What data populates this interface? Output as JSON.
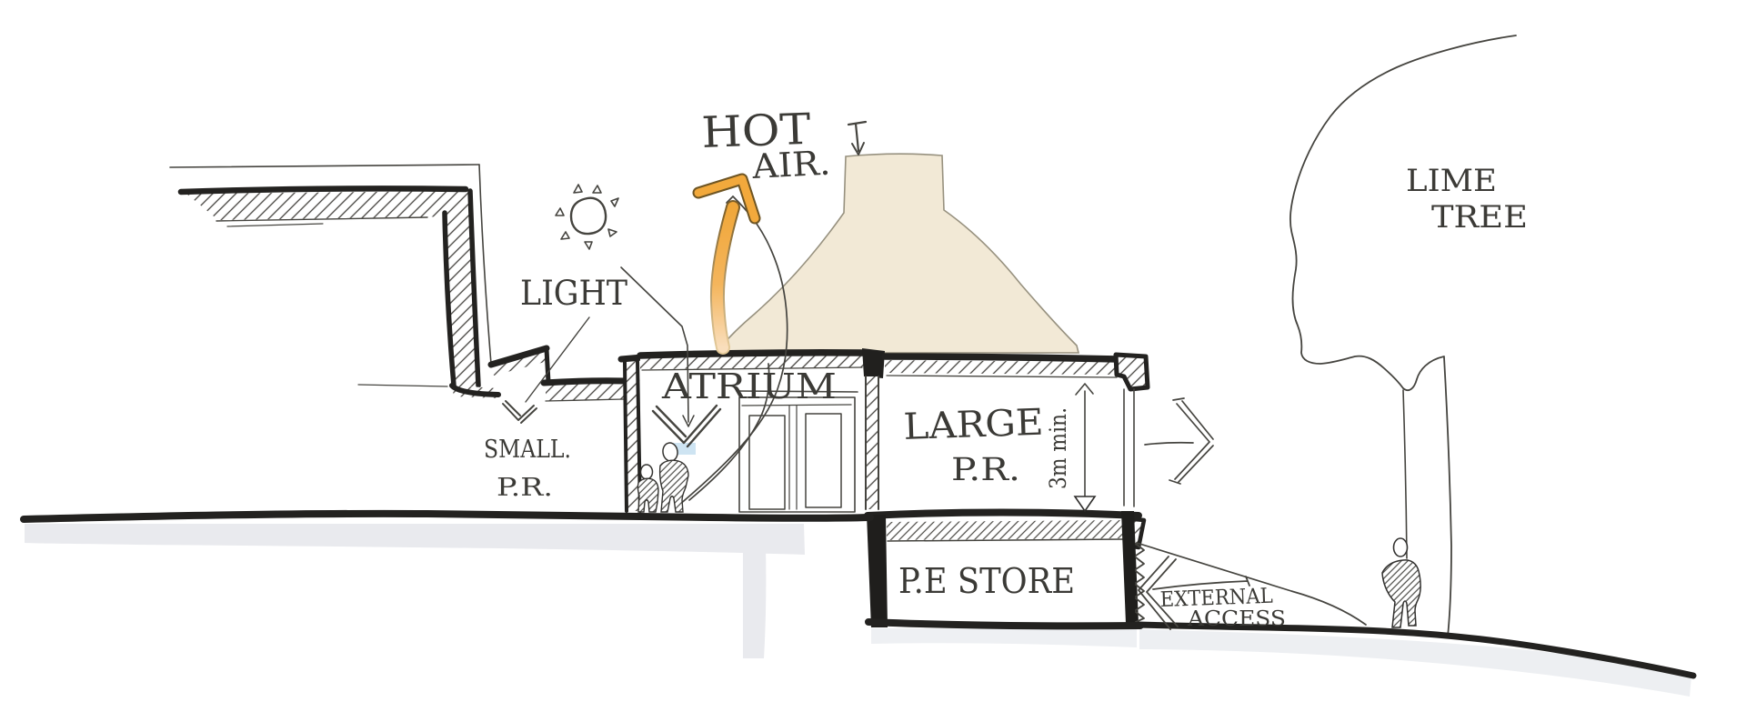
{
  "labels": {
    "hot_air_line1": "HOT",
    "hot_air_line2": "AIR.",
    "light": "LIGHT",
    "atrium": "ATRIUM",
    "small_pr_line1": "SMALL.",
    "small_pr_line2": "P.R.",
    "large_pr_line1": "LARGE",
    "large_pr_line2": "P.R.",
    "dimension": "3m min.",
    "pe_store": "P.E STORE",
    "external_access_line1": "EXTERNAL",
    "external_access_line2": "ACCESS",
    "lime_tree_line1": "LIME",
    "lime_tree_line2": "TREE"
  },
  "colors": {
    "paper": "#ffffff",
    "ink": "#232220",
    "roof_beige": "#f2e9d6",
    "hot_air_orange": "#f2a93c",
    "hot_air_pale": "#f9ddb4",
    "glazing_blue": "#b9d8ec",
    "shadow_gray": "#e9eaee"
  },
  "icons": {
    "sun_icon": "hand-drawn sun with triangular rays",
    "down_arrow_icon": "hand-drawn V arrow pointing down",
    "right_chevron_icon": "hand-drawn chevron pointing right",
    "left_chevron_icon": "hand-drawn chevron pointing left",
    "hot_air_arrow_icon": "orange curved arrow rising from atrium",
    "dimension_arrow_icon": "vertical double-headed dimension arrow",
    "person_icon": "hatched human figure",
    "tree_icon": "lime tree outline"
  }
}
